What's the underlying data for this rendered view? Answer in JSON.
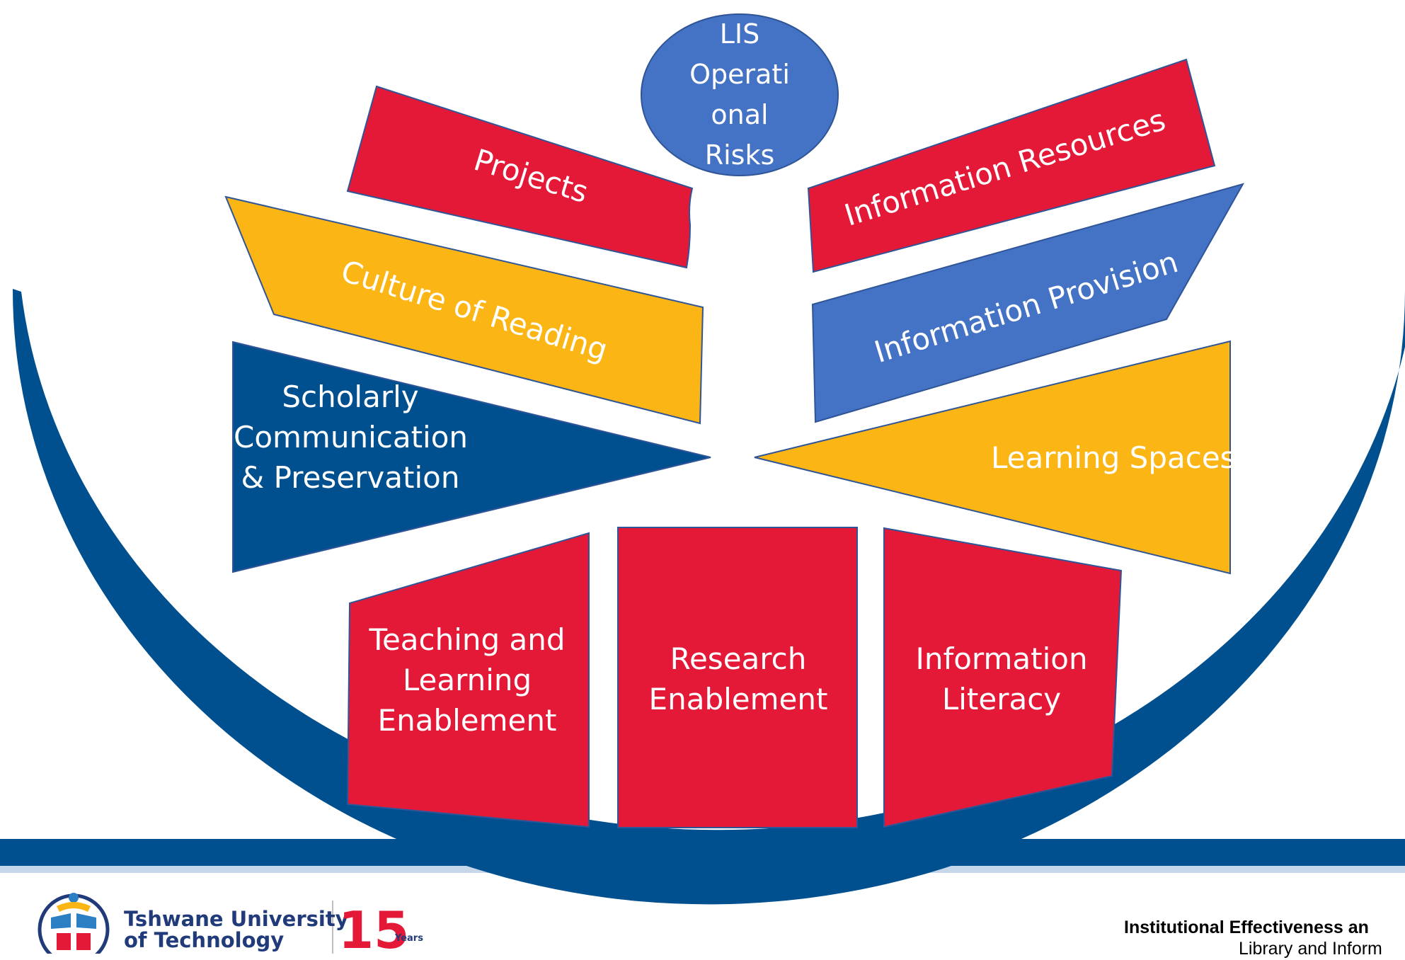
{
  "colors": {
    "red": "#e31937",
    "yellow": "#fbb616",
    "light_blue": "#4472c4",
    "dark_blue": "#004f8f",
    "footer_band": "#004f8f",
    "footer_band_light": "#c6d7ea"
  },
  "center": {
    "label": "LIS\nOperati\nonal\nRisks"
  },
  "segments": {
    "projects": "Projects",
    "information_resources": "Information Resources",
    "culture_of_reading": "Culture of Reading",
    "information_provision": "Information Provision",
    "scholarly": "Scholarly\nCommunication\n& Preservation",
    "learning_spaces": "Learning Spaces",
    "teaching": "Teaching and\nLearning\nEnablement",
    "research": "Research\nEnablement",
    "literacy": "Information\nLiteracy"
  },
  "footer": {
    "university": "Tshwane University\nof Technology",
    "anniversary_number": "15",
    "anniversary_unit": "Years",
    "department": "Institutional Effectiveness an",
    "subdepartment": "Library and Inform"
  }
}
